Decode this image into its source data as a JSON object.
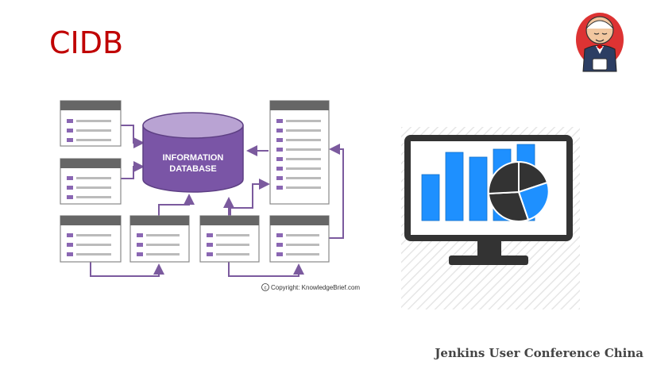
{
  "slide": {
    "title": "CIDB",
    "footer": "Jenkins User Conference China"
  },
  "diagram": {
    "database_label_line1": "INFORMATION",
    "database_label_line2": "DATABASE",
    "copyright": "Copyright: KnowledgeBrief.com"
  },
  "colors": {
    "title": "#c00000",
    "purple": "#7b5a9e",
    "database": "#8a66b3",
    "bar_blue": "#1e90ff",
    "monitor": "#333333"
  },
  "icons": {
    "mascot": "jenkins-butler-icon",
    "chart": "monitor-chart-icon"
  }
}
